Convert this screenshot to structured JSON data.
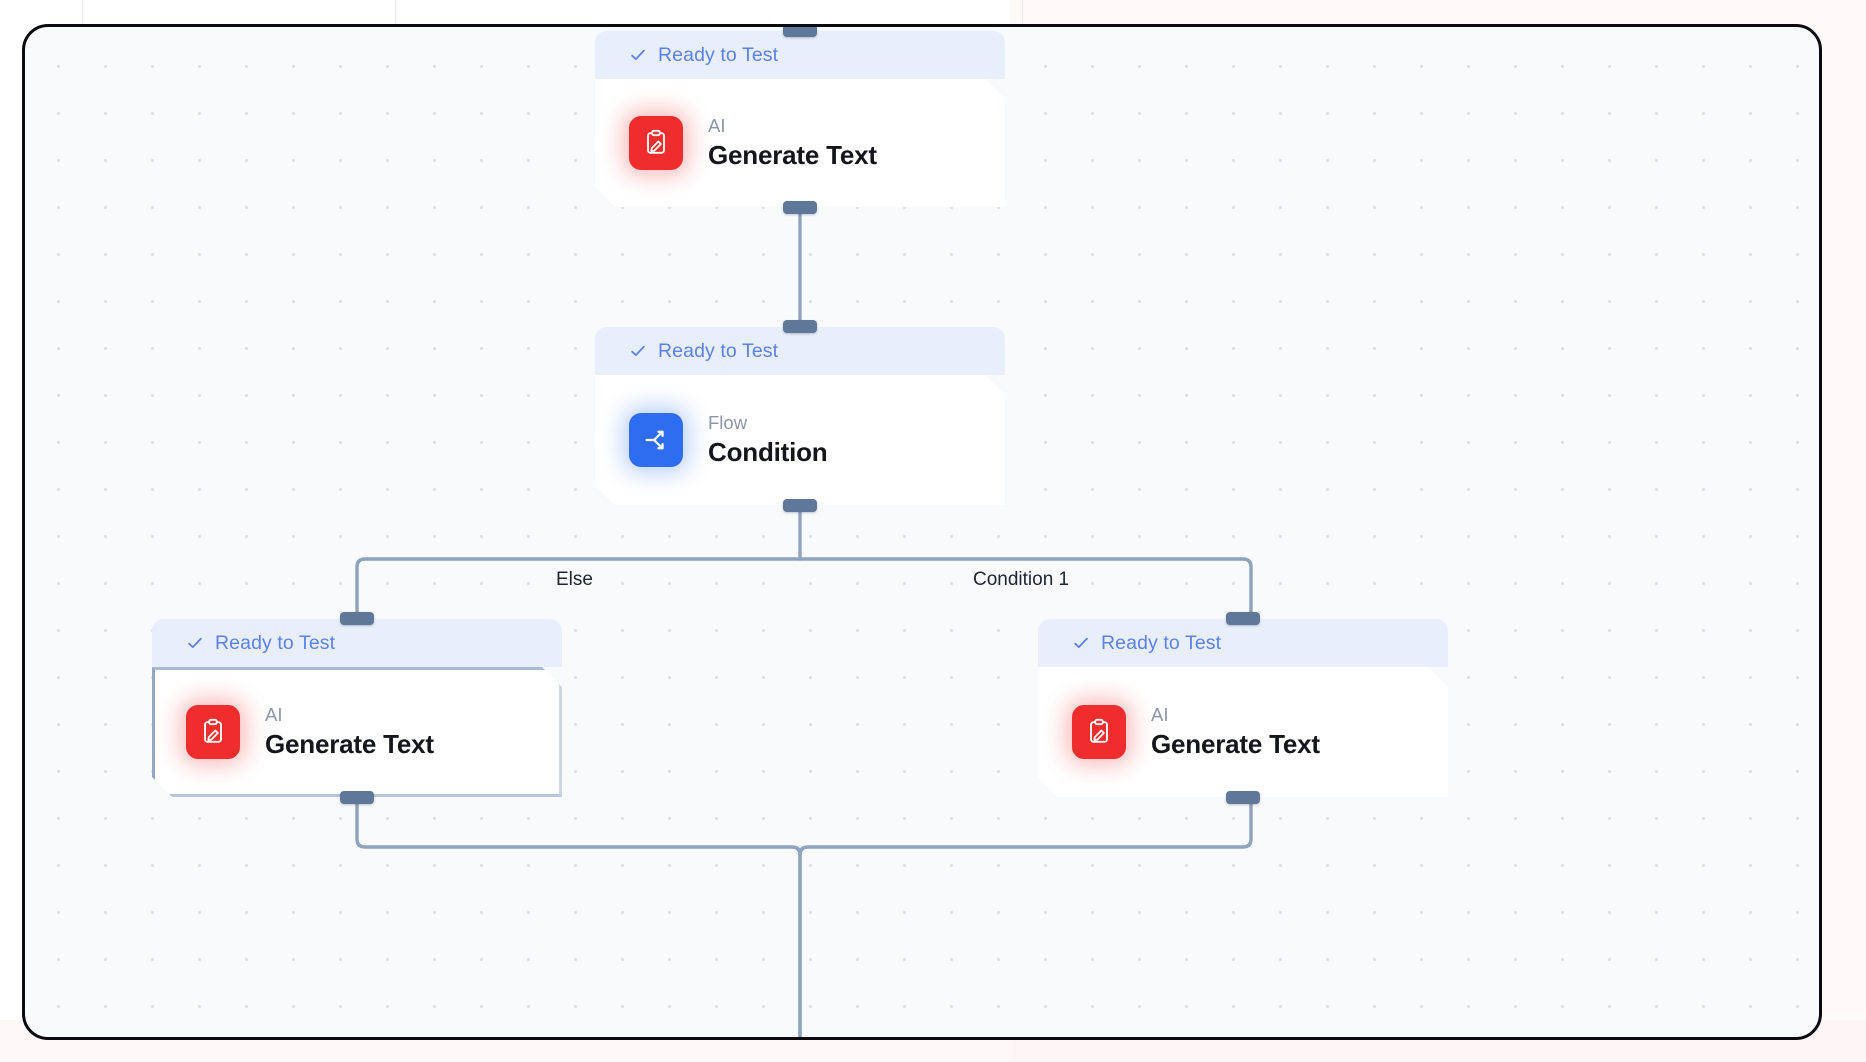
{
  "app": {
    "type": "workflow-canvas",
    "background_color": "#f8fafc",
    "accent_color": "#5b82e8",
    "grid": "dots"
  },
  "nodes": [
    {
      "id": "node-generate-text-top",
      "status": "Ready to Test",
      "status_icon": "check-icon",
      "kind": "AI",
      "title": "Generate Text",
      "icon": "ai-generate-text-icon",
      "icon_color": "#f02d2d",
      "selected": false
    },
    {
      "id": "node-condition",
      "status": "Ready to Test",
      "status_icon": "check-icon",
      "kind": "Flow",
      "title": "Condition",
      "icon": "flow-condition-icon",
      "icon_color": "#2f6df0",
      "selected": false
    },
    {
      "id": "node-generate-text-else",
      "status": "Ready to Test",
      "status_icon": "check-icon",
      "kind": "AI",
      "title": "Generate Text",
      "icon": "ai-generate-text-icon",
      "icon_color": "#f02d2d",
      "selected": true
    },
    {
      "id": "node-generate-text-condition-1",
      "status": "Ready to Test",
      "status_icon": "check-icon",
      "kind": "AI",
      "title": "Generate Text",
      "icon": "ai-generate-text-icon",
      "icon_color": "#f02d2d",
      "selected": false
    }
  ],
  "edge_labels": {
    "else": "Else",
    "condition_1": "Condition 1"
  }
}
